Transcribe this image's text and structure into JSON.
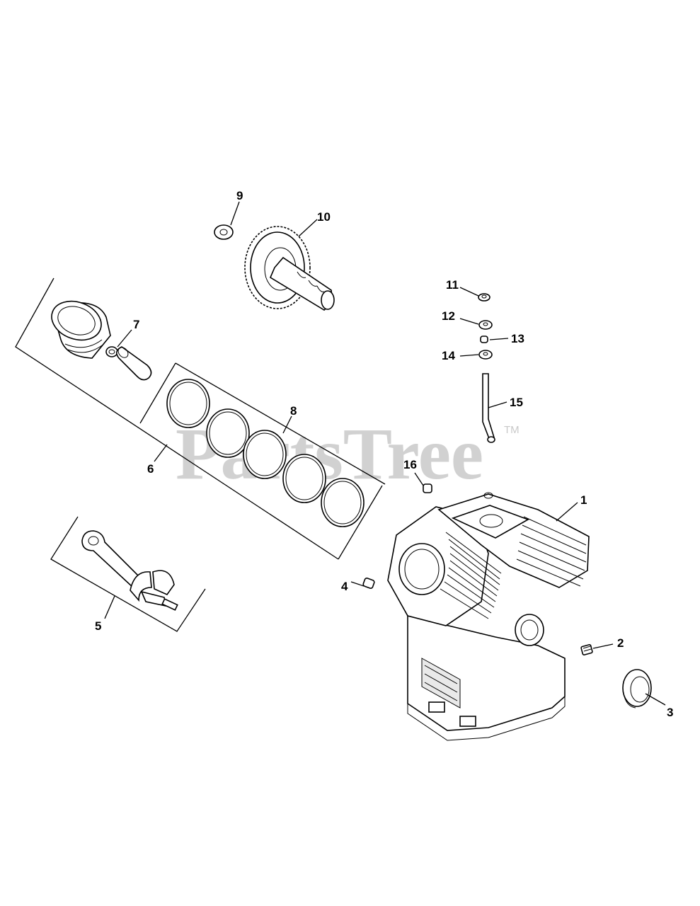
{
  "watermark": {
    "text": "PartsTree",
    "trademark": "TM"
  },
  "callouts": [
    {
      "id": "1",
      "label": "1"
    },
    {
      "id": "2",
      "label": "2"
    },
    {
      "id": "3",
      "label": "3"
    },
    {
      "id": "4",
      "label": "4"
    },
    {
      "id": "5",
      "label": "5"
    },
    {
      "id": "6",
      "label": "6"
    },
    {
      "id": "7",
      "label": "7"
    },
    {
      "id": "8",
      "label": "8"
    },
    {
      "id": "9",
      "label": "9"
    },
    {
      "id": "10",
      "label": "10"
    },
    {
      "id": "11",
      "label": "11"
    },
    {
      "id": "12",
      "label": "12"
    },
    {
      "id": "13",
      "label": "13"
    },
    {
      "id": "14",
      "label": "14"
    },
    {
      "id": "15",
      "label": "15"
    },
    {
      "id": "16",
      "label": "16"
    }
  ],
  "colors": {
    "line": "#000000",
    "background": "#ffffff",
    "watermark": "#c9c9c9"
  }
}
